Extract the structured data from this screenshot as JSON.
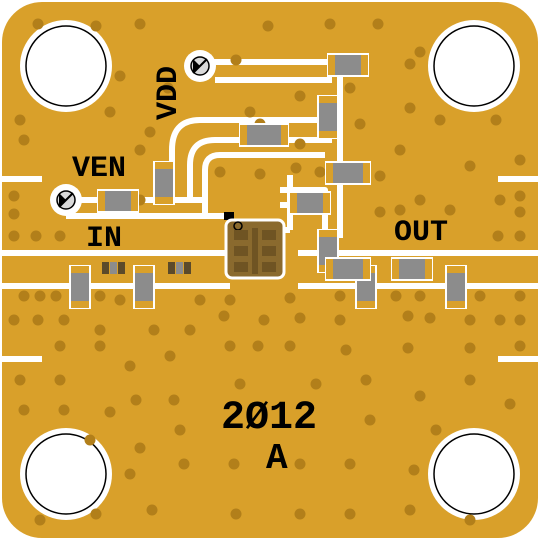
{
  "board": {
    "labels": {
      "vdd": "VDD",
      "ven": "VEN",
      "in": "IN",
      "out": "OUT",
      "part_number": "2Ø12",
      "revision": "A"
    },
    "colors": {
      "substrate": "#d9a02a",
      "trace": "#ffffff",
      "via": "#b27f1a",
      "component_body": "#8c8c8c",
      "component_pad": "#d9a02a",
      "ic_body": "#8a6a2e",
      "silkscreen": "#000000"
    }
  }
}
